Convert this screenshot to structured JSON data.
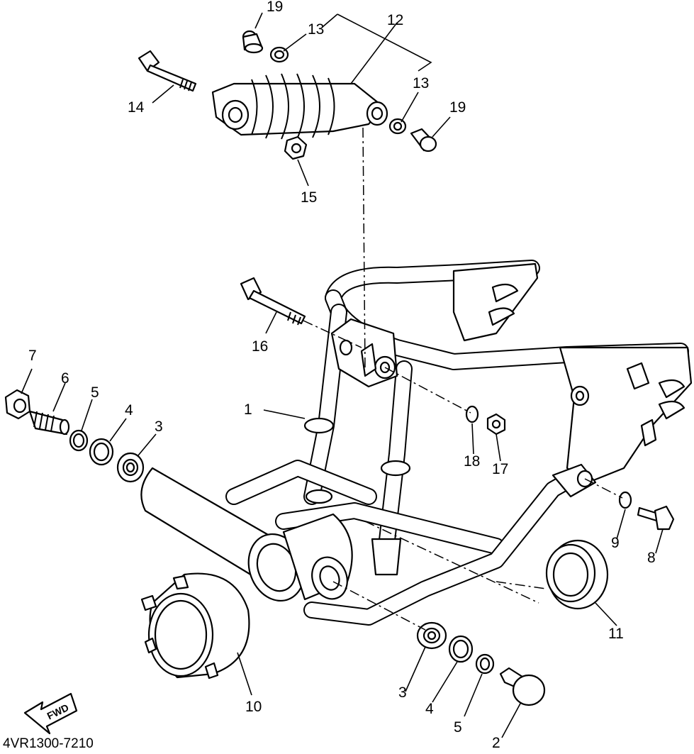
{
  "diagram": {
    "drawing_code": "4VR1300-7210",
    "fwd_label": "FWD",
    "callouts": {
      "c1": "1",
      "c2": "2",
      "c3a": "3",
      "c3b": "3",
      "c4a": "4",
      "c4b": "4",
      "c5a": "5",
      "c5b": "5",
      "c6": "6",
      "c7": "7",
      "c8": "8",
      "c9": "9",
      "c10": "10",
      "c11": "11",
      "c12": "12",
      "c13a": "13",
      "c13b": "13",
      "c14": "14",
      "c15": "15",
      "c16": "16",
      "c17": "17",
      "c18": "18",
      "c19a": "19",
      "c19b": "19"
    }
  }
}
